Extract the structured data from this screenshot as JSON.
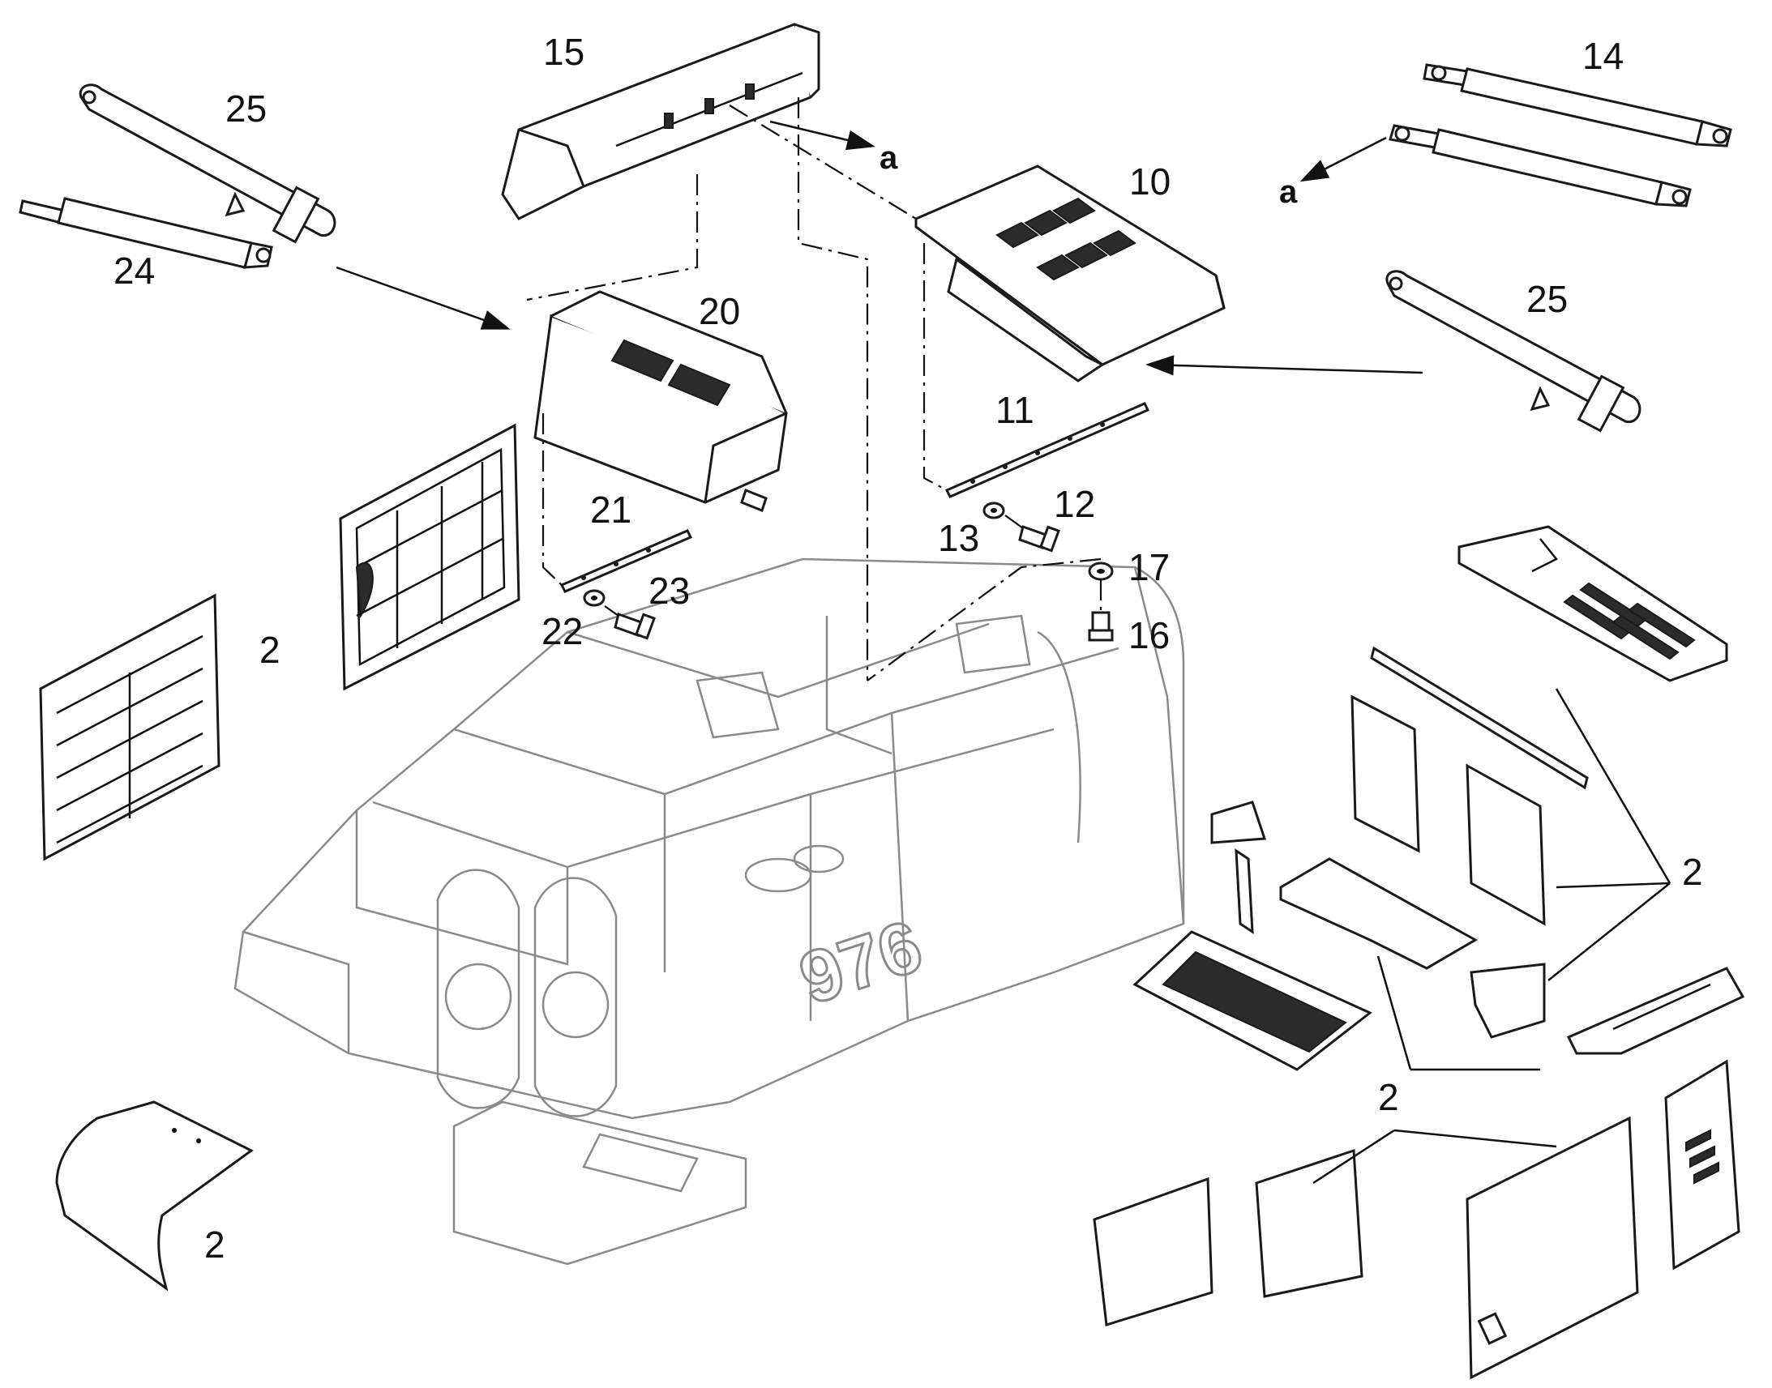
{
  "callouts": {
    "c15": "15",
    "c25a": "25",
    "c24": "24",
    "c20": "20",
    "c10": "10",
    "c14": "14",
    "c25b": "25",
    "c11": "11",
    "c12": "12",
    "c13": "13",
    "c21": "21",
    "c23": "23",
    "c22": "22",
    "c17": "17",
    "c16": "16",
    "c2a": "2",
    "c2b": "2",
    "c2c": "2",
    "c2d": "2"
  },
  "arrow_labels": {
    "a1": "a",
    "a2": "a"
  },
  "machine_model": "976"
}
